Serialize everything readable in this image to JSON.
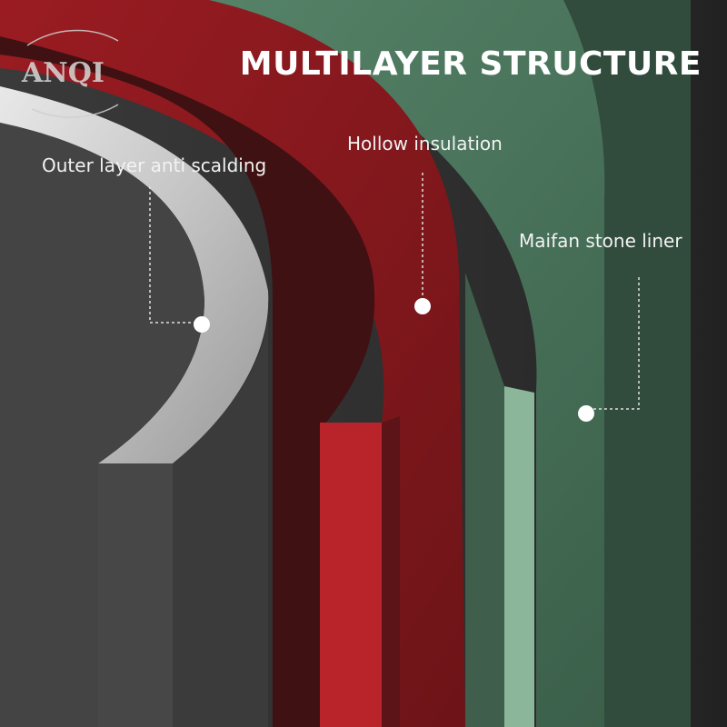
{
  "brand": {
    "logo_text": "ANQI"
  },
  "title": "MULTILAYER STRUCTURE",
  "layers": [
    {
      "label": "Outer layer anti scalding"
    },
    {
      "label": "Hollow insulation"
    },
    {
      "label": "Maifan stone liner"
    }
  ],
  "colors": {
    "background": "#262626",
    "outer_layer": "#d6d6d6",
    "hollow_layer": "#b9242b",
    "liner_layer": "#4f7d64",
    "liner_highlight": "#8cb69a",
    "text": "#ffffff"
  }
}
